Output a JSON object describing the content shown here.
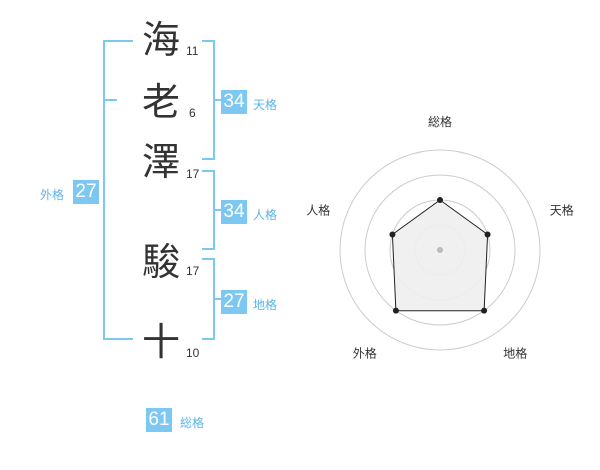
{
  "name": {
    "chars": [
      {
        "char": "海",
        "strokes": "11"
      },
      {
        "char": "老",
        "strokes": "6"
      },
      {
        "char": "澤",
        "strokes": "17"
      },
      {
        "char": "駿",
        "strokes": "17"
      },
      {
        "char": "十",
        "strokes": "10"
      }
    ]
  },
  "grids": {
    "tenkaku": {
      "value": "34",
      "label": "天格"
    },
    "jinkaku": {
      "value": "34",
      "label": "人格"
    },
    "chikaku": {
      "value": "27",
      "label": "地格"
    },
    "gaikaku": {
      "value": "27",
      "label": "外格"
    },
    "soukaku": {
      "value": "61",
      "label": "総格"
    }
  },
  "chart_data": {
    "type": "radar",
    "axes": [
      "総格",
      "天格",
      "地格",
      "外格",
      "人格"
    ],
    "values": [
      0.5,
      0.5,
      0.75,
      0.75,
      0.5
    ],
    "rmax": 1,
    "rings": 4,
    "colors": {
      "fill": "#eeeeee",
      "line": "#222222",
      "ring": "#cccccc",
      "bracket": "#7cc8f2"
    }
  }
}
